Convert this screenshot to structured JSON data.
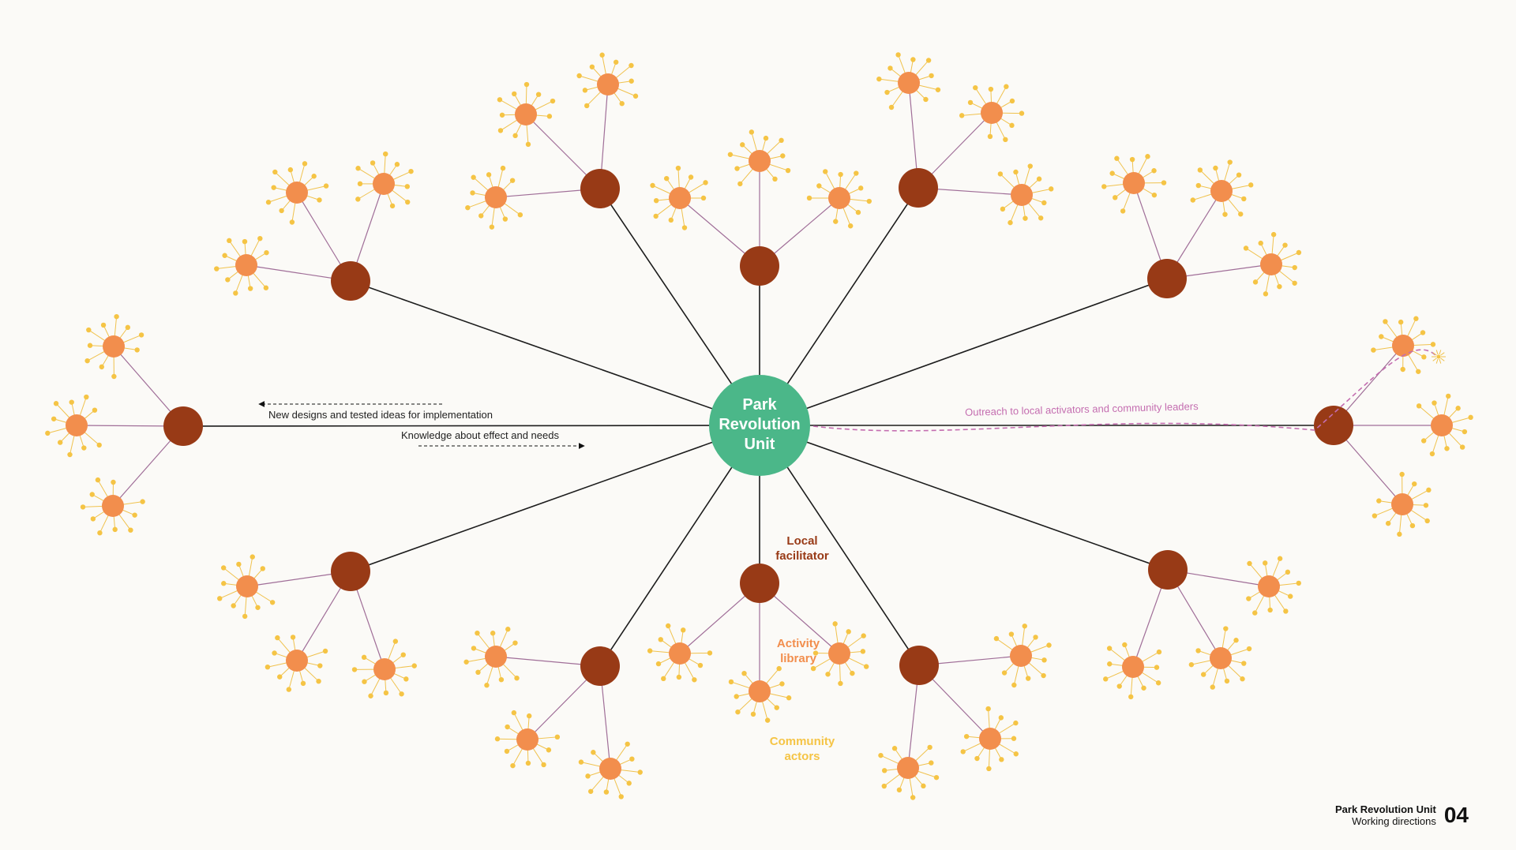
{
  "center": {
    "lines": [
      "Park",
      "Revolution",
      "Unit"
    ]
  },
  "flows": {
    "outgoing": "New designs and tested ideas for implementation",
    "incoming": "Knowledge about effect and needs",
    "outreach": "Outreach to local activators and community leaders"
  },
  "legend": {
    "local_facilitator": [
      "Local",
      "facilitator"
    ],
    "activity_library": [
      "Activity",
      "library"
    ],
    "community_actors": [
      "Community",
      "actors"
    ]
  },
  "footer": {
    "title": "Park Revolution Unit",
    "subtitle": "Working directions",
    "page_number": "04"
  },
  "colors": {
    "center": "#4bb789",
    "facilitator": "#983a16",
    "activity": "#f28e4d",
    "community": "#f5c445",
    "outreach": "#c46db0",
    "spoke": "#1c1c1c",
    "branch": "#a06e98",
    "twig": "#f0c24e"
  }
}
